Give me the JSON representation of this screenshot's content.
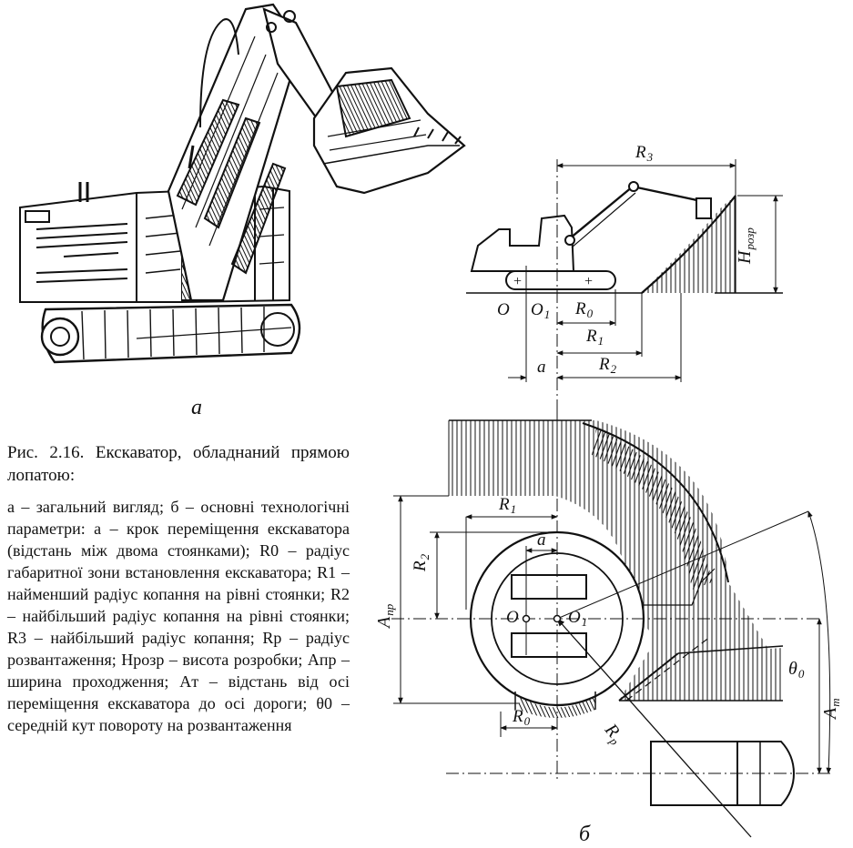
{
  "panel_labels": {
    "a": "а",
    "b": "б"
  },
  "caption": {
    "title": "Рис. 2.16. Екскаватор, обладнаний прямою лопатою:",
    "description": "а – загальний вигляд; б – основні технологічні параметри: а – крок переміщення екскаватора (відстань між двома стоянками); R0 – радіус габаритної зони встановлення екскаватора; R1 – найменший радіус копання на рівні стоянки; R2 – найбільший радіус копання на рівні стоянки; R3 – найбільший радіус копання; Rр – радіус розвантаження; Hрозр – висота розробки; Aпр – ширина проходження; Aт – відстань від осі переміщення екскаватора до осі дороги; θ0 – середній кут повороту на розвантаження"
  },
  "side_view_labels": {
    "O": "O",
    "O1": "O",
    "O1_sub": "1",
    "R0": "R",
    "R0_sub": "0",
    "R1": "R",
    "R1_sub": "1",
    "R2": "R",
    "R2_sub": "2",
    "R3": "R",
    "R3_sub": "3",
    "a": "a",
    "H": "H",
    "H_sub": "розр"
  },
  "plan_view_labels": {
    "R1": "R",
    "R1_sub": "1",
    "R2": "R",
    "R2_sub": "2",
    "a": "a",
    "O": "O",
    "O1": "O",
    "O1_sub": "1",
    "R0": "R",
    "R0_sub": "0",
    "Rp": "R",
    "Rp_sub": "p",
    "A_pr": "A",
    "A_pr_sub": "пр",
    "A_t": "A",
    "A_t_sub": "т",
    "theta": "θ",
    "theta_sub": "0"
  },
  "colors": {
    "ink": "#111111",
    "paper": "#ffffff"
  }
}
